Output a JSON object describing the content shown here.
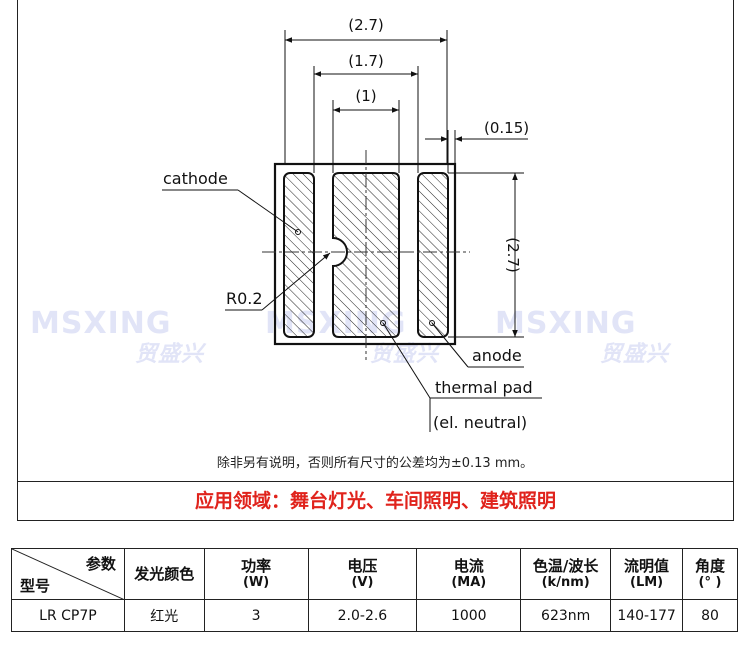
{
  "drawing": {
    "dim_total_width": "(2.7)",
    "dim_inner_width": "(1.7)",
    "dim_center_width": "(1)",
    "dim_gap": "(0.15)",
    "dim_height": "(2.7)",
    "label_cathode": "cathode",
    "label_radius": "R0.2",
    "label_anode": "anode",
    "label_thermal_pad": "thermal pad",
    "label_neutral": "(el. neutral)",
    "tolerance_note": "除非另有说明，否则所有尺寸的公差均为±0.13 mm。"
  },
  "watermark": {
    "brand_en": "MSXING",
    "brand_cn": "贸盛兴"
  },
  "application": "应用领域：舞台灯光、车间照明、建筑照明",
  "table": {
    "corner_top": "参数",
    "corner_bottom": "型号",
    "headers": [
      {
        "main": "发光颜色",
        "sub": ""
      },
      {
        "main": "功率",
        "sub": "(W)"
      },
      {
        "main": "电压",
        "sub": "(V)"
      },
      {
        "main": "电流",
        "sub": "(MA)"
      },
      {
        "main": "色温/波长",
        "sub": "(k/nm)"
      },
      {
        "main": "流明值",
        "sub": "(LM)"
      },
      {
        "main": "角度",
        "sub": "(° )"
      }
    ],
    "rows": [
      [
        "LR CP7P",
        "红光",
        "3",
        "2.0-2.6",
        "1000",
        "623nm",
        "140-177",
        "80"
      ]
    ]
  }
}
